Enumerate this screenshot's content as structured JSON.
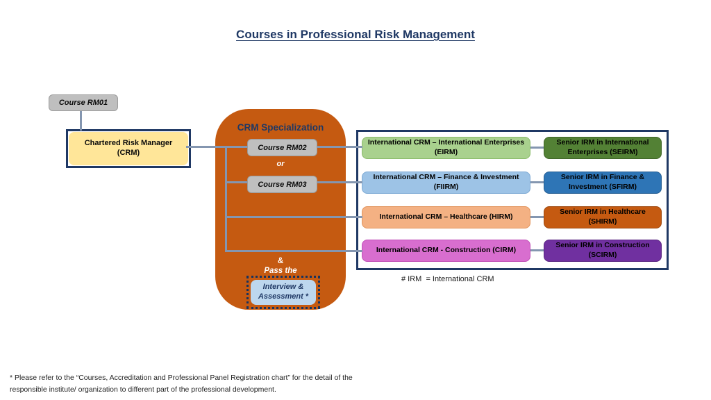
{
  "title": "Courses in Professional Risk Management",
  "left": {
    "course_rm01": "Course RM01",
    "crm_label": "Chartered Risk Manager (CRM)"
  },
  "specialization": {
    "title": "CRM Specialization",
    "course_rm02": "Course RM02",
    "or_label": "or",
    "course_rm03": "Course RM03",
    "amp_label": "&",
    "pass_label": "Pass the",
    "interview_label": "Interview & Assessment *"
  },
  "tracks": {
    "rows": [
      {
        "id": "eirm",
        "course": "International CRM – International Enterprises (EIRM)",
        "senior": "Senior IRM in International Enterprises (SEIRM)",
        "course_fill": "#A9D18E",
        "course_border": "#8ABB69",
        "course_text": "#000000",
        "senior_fill": "#538135",
        "senior_border": "#3F6527",
        "senior_text": "#000000"
      },
      {
        "id": "fiirm",
        "course": "International CRM – Finance & Investment (FIIRM)",
        "senior": "Senior IRM in Finance & Investment (SFIRM)",
        "course_fill": "#9DC3E6",
        "course_border": "#7CA9D4",
        "course_text": "#000000",
        "senior_fill": "#2E75B6",
        "senior_border": "#245D92",
        "senior_text": "#000000"
      },
      {
        "id": "hirm",
        "course": "International CRM – Healthcare (HIRM)",
        "senior": "Senior IRM in Healthcare (SHIRM)",
        "course_fill": "#F4B183",
        "course_border": "#E2945C",
        "course_text": "#000000",
        "senior_fill": "#C55A11",
        "senior_border": "#9E480E",
        "senior_text": "#000000"
      },
      {
        "id": "cirm",
        "course": "International CRM - Construction (CIRM)",
        "senior": "Senior IRM in Construction (SCIRM)",
        "course_fill": "#D86ECF",
        "course_border": "#C14FB7",
        "course_text": "#000000",
        "senior_fill": "#7030A0",
        "senior_border": "#592581",
        "senior_text": "#000000"
      }
    ],
    "legend": "# IRM  = International CRM"
  },
  "footnote": "* Please refer to the “Courses, Accreditation and Professional Panel Registration chart” for the detail of the responsible institute/ organization to different part of the professional development.",
  "colors": {
    "title_navy": "#1F3864",
    "connector_line": "#8496B0",
    "course_gray": "#BFBFBF",
    "crm_yellow": "#FFE699",
    "specialization_orange": "#C55A11",
    "interview_blue": "#BDD7EE"
  }
}
